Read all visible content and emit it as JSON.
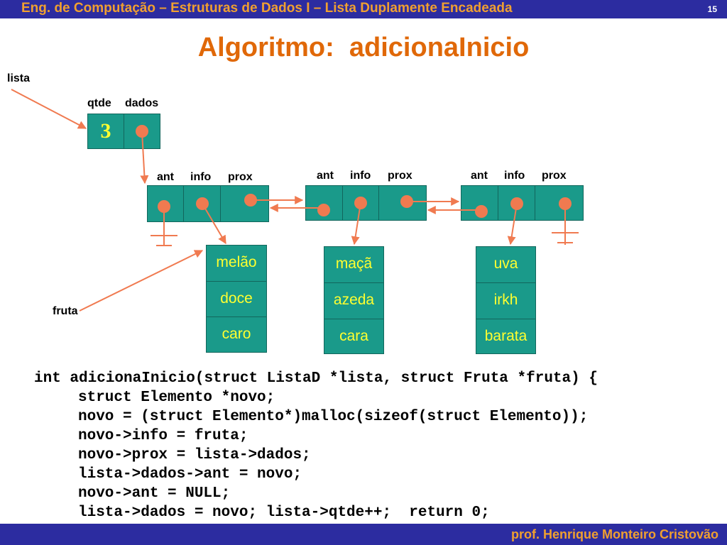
{
  "header": {
    "title": "Eng. de Computação – Estruturas de Dados I – Lista Duplamente Encadeada",
    "page_number": "15"
  },
  "slide_title": "Algoritmo:  adicionaInicio",
  "labels": {
    "lista": "lista",
    "fruta": "fruta",
    "qtde": "qtde",
    "dados": "dados",
    "ant": "ant",
    "info": "info",
    "prox": "prox"
  },
  "list_count": "3",
  "fruits": [
    [
      "melão",
      "doce",
      "caro"
    ],
    [
      "maçã",
      "azeda",
      "cara"
    ],
    [
      "uva",
      "irkh",
      "barata"
    ]
  ],
  "code_lines": [
    "int adicionaInicio(struct ListaD *lista, struct Fruta *fruta) {",
    "struct Elemento *novo;",
    "novo = (struct Elemento*)malloc(sizeof(struct Elemento));",
    "novo->info = fruta;",
    "novo->prox = lista->dados;",
    "lista->dados->ant = novo;",
    "novo->ant = NULL;",
    "lista->dados = novo; lista->qtde++;  return 0;"
  ],
  "footer": {
    "author": "prof. Henrique Monteiro Cristovão"
  },
  "colors": {
    "bar": "#2c2ca0",
    "accent": "#f0a030",
    "title": "#e06808",
    "cell": "#1a9a8a",
    "cell_text": "#ffff30",
    "arrow": "#f07a50"
  }
}
